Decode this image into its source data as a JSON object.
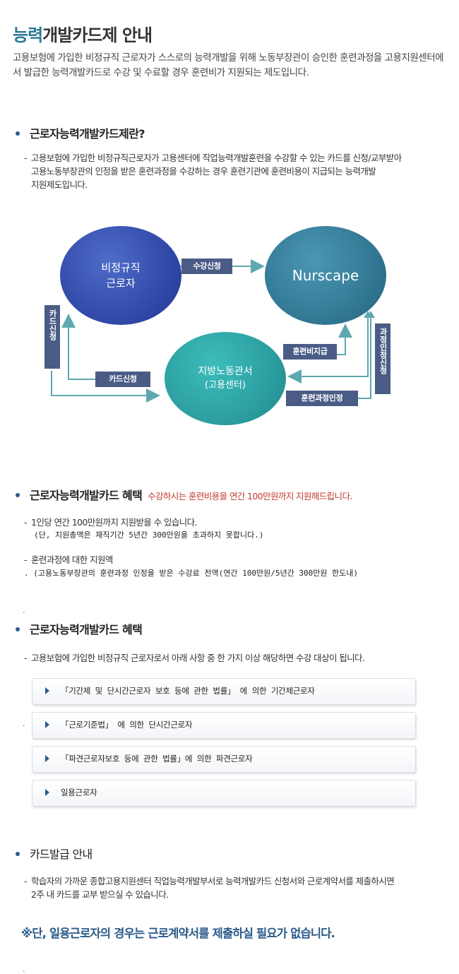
{
  "title": {
    "accent": "능력",
    "rest": "개발카드제 안내"
  },
  "intro": "고용보험에 가입한 비정규직 근로자가 스스로의 능력개발을 위해 노동부장관이 승인한 훈련과정을 고용지원센터에서 발급한 능력개발카드로 수강 및 수료할 경우 훈련비가 지원되는 제도입니다.",
  "section1": {
    "heading": "근로자능력개발카드제란?",
    "body_line1": "고용보험에 가입한 비정규직근로자가 고용센터에 직업능력개발훈련을 수강할 수 있는 카드를 신청/교부받아",
    "body_line2": "고용노동부장관의 인정을 받은 훈련과정을 수강하는 경우 훈련기관에 훈련비용이 지급되는 능력개발",
    "body_line3": "지원제도입니다."
  },
  "diagram": {
    "worker_line1": "비정규직",
    "worker_line2": "근로자",
    "nurscape": "Nurscape",
    "office_line1": "지방노동관서",
    "office_line2": "(고용센터)",
    "tag_course_apply": "수강신청",
    "tag_card_apply_v": "카드신청",
    "tag_card_apply": "카드신청",
    "tag_training_pay": "훈련비지급",
    "tag_course_approval_apply_v": "과정인정신청",
    "tag_course_approval": "훈련과정인정"
  },
  "section2": {
    "heading": "근로자능력개발카드 혜택",
    "note": "수강하시는 훈련비용을 연간 100만원까지 지원해드립니다.",
    "item1": "1인당 연간 100만원까지 지원받을 수 있습니다.",
    "item1_sub": "(단, 지원총액은 재직기간 5년간 300만원을 초과하지 못합니다.)",
    "item2": "훈련과정에 대한 지원액",
    "item2_sub": "(고용노동부장관의 훈련과정 인정을 받은 수강료 전액(연간 100만원/5년간 300만원 한도내)"
  },
  "section3": {
    "heading": "근로자능력개발카드 혜택",
    "intro": "고용보험에 가입한 비정규직 근로자로서 아래 사항 중 한 가지 이상 해당하면 수강 대상이 됩니다.",
    "items": [
      "「기간제 및 단시간근로자 보호 등에 관한 법률」 에 의한 기간제근로자",
      "「근로기준법」 에 의한 단시간근로자",
      "「파견근로자보호 등에 관한 법률」에 의한 파견근로자",
      "일용근로자"
    ]
  },
  "section4": {
    "heading": "카드발급 안내",
    "body_line1": "학습자의 가까운 종합고용지원센터 직업능력개발부서로 능력개발카드 신청서와 근로계약서를 제출하시면",
    "body_line2": "2주 내 카드를 교부 받으실 수 있습니다."
  },
  "final_note": "※단, 일용근로자의 경우는 근로계약서를 제출하실 필요가 없습니다.",
  "colors": {
    "accent": "#2a7a92",
    "highlight": "#c0392b",
    "tag": "#4a5c86",
    "note_blue": "#2b5a8a"
  }
}
